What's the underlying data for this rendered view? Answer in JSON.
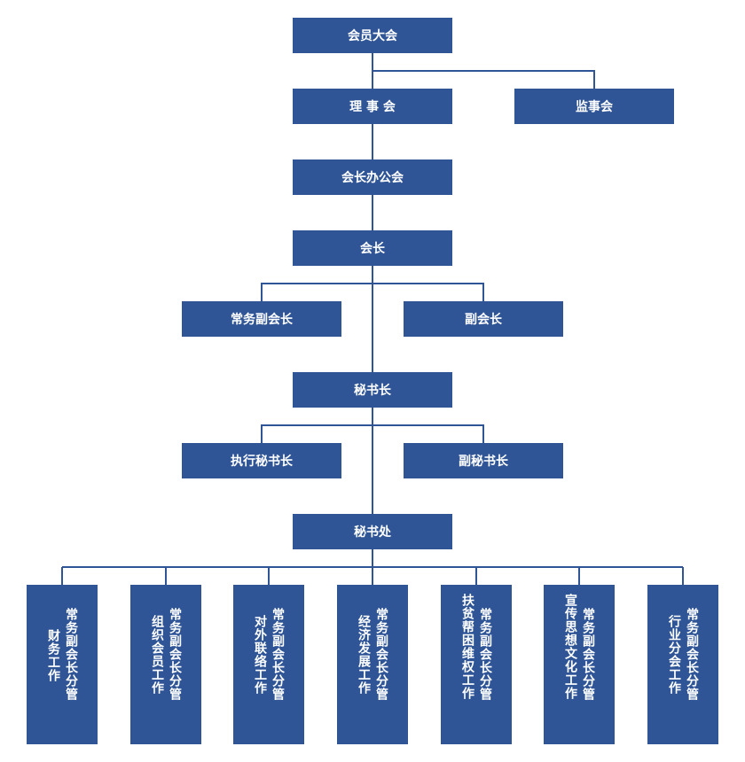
{
  "colors": {
    "box": "#2f5597",
    "line": "#2f5597",
    "text": "#ffffff"
  },
  "nodes": {
    "assembly": "会员大会",
    "council": "理 事 会",
    "supervisory": "监事会",
    "president_office": "会长办公会",
    "president": "会长",
    "exec_vp": "常务副会长",
    "vp": "副会长",
    "secretary_general": "秘书长",
    "exec_secretary_general": "执行秘书长",
    "deputy_secretary_general": "副秘书长",
    "secretariat": "秘书处"
  },
  "departments": [
    {
      "col1": "常务副会长分管",
      "col2": "财务工作"
    },
    {
      "col1": "常务副会长分管",
      "col2": "组织会员工作"
    },
    {
      "col1": "常务副会长分管",
      "col2": "对外联络工作"
    },
    {
      "col1": "常务副会长分管",
      "col2": "经济发展工作"
    },
    {
      "col1": "常务副会长分管",
      "col2": "扶贫帮困维权工作"
    },
    {
      "col1": "常务副会长分管",
      "col2": "宣传思想文化工作"
    },
    {
      "col1": "常务副会长分管",
      "col2": "行业分会工作"
    }
  ]
}
